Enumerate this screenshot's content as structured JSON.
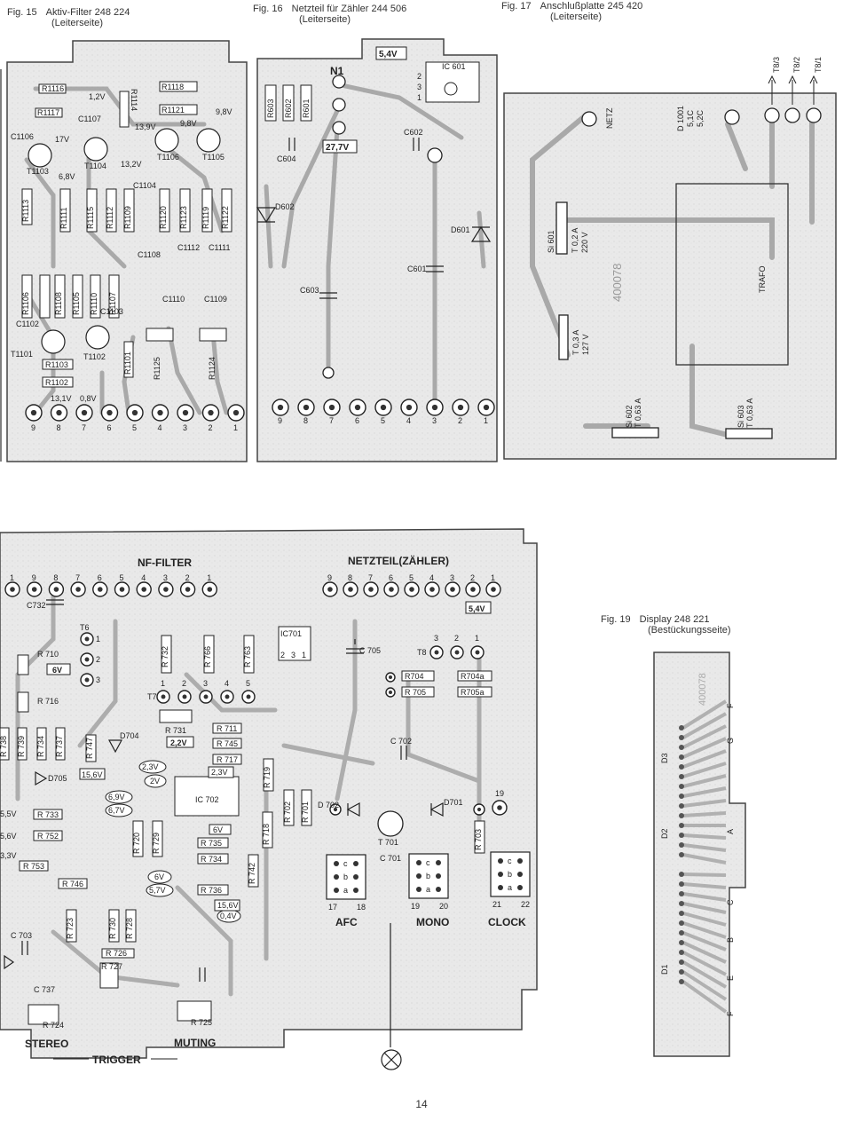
{
  "captions": {
    "fig15": {
      "num": "Fig. 15",
      "title": "Aktiv-Filter 248 224",
      "sub": "(Leiterseite)"
    },
    "fig16": {
      "num": "Fig. 16",
      "title": "Netzteil für Zähler 244 506",
      "sub": "(Leiterseite)"
    },
    "fig17": {
      "num": "Fig. 17",
      "title": "Anschlußplatte 245 420",
      "sub": "(Leiterseite)"
    },
    "fig19": {
      "num": "Fig. 19",
      "title": "Display 248 221",
      "sub": "(Bestückungsseite)"
    }
  },
  "fig15": {
    "resistors": [
      "R1116",
      "R1117",
      "R1114",
      "R1118",
      "R1121",
      "R1111",
      "R1115",
      "R1112",
      "R1109",
      "R1120",
      "R1123",
      "R1119",
      "R1122",
      "R1106",
      "R1108",
      "R1105",
      "R1110",
      "R1107",
      "R1103",
      "R1102",
      "R1101",
      "R1125",
      "R1124",
      "R1113"
    ],
    "caps": [
      "C1106",
      "C1107",
      "C1104",
      "C1108",
      "C1112",
      "C1111",
      "C1110",
      "C1109",
      "C1102",
      "C1103"
    ],
    "transistors": [
      "T1103",
      "T1104",
      "T1106",
      "T1105",
      "T1101",
      "T1102"
    ],
    "voltages": [
      "1,2V",
      "17V",
      "13,9V",
      "9,8V",
      "9,8V",
      "6,8V",
      "13,2V",
      "13,1V",
      "0,8V"
    ],
    "pins": [
      "9",
      "8",
      "7",
      "6",
      "5",
      "4",
      "3",
      "2",
      "1"
    ]
  },
  "fig16": {
    "label_n1": "N1",
    "ic": "IC 601",
    "ic_pins": [
      "2",
      "3",
      "1"
    ],
    "volt_top": "5,4V",
    "volt_mid": "27,7V",
    "resistors": [
      "R603",
      "R602",
      "R601"
    ],
    "caps": [
      "C604",
      "C602",
      "C603",
      "C601"
    ],
    "diodes": [
      "D602",
      "D601"
    ],
    "pins": [
      "9",
      "8",
      "7",
      "6",
      "5",
      "4",
      "3",
      "2",
      "1"
    ]
  },
  "fig17": {
    "netz": "NETZ",
    "tb": [
      "T8/3",
      "T8/2",
      "T8/1"
    ],
    "d1001": [
      "D 1001",
      "5,1C",
      "5,2C"
    ],
    "si601": [
      "Si 601",
      "T 0,2 A",
      "220 V"
    ],
    "si_b": [
      "T 0,3 A",
      "127 V"
    ],
    "stamp": "400078",
    "trafo": "TRAFO",
    "si602": [
      "Si 602",
      "T 0,63 A"
    ],
    "si603": [
      "Si 603",
      "T 0,63 A"
    ]
  },
  "fig18": {
    "nf_filter": "NF-FILTER",
    "netzteil": "NETZTEIL(ZÄHLER)",
    "pins_nf": [
      "1",
      "9",
      "8",
      "7",
      "6",
      "5",
      "4",
      "3",
      "2",
      "1"
    ],
    "pins_nt": [
      "9",
      "8",
      "7",
      "6",
      "5",
      "4",
      "3",
      "2",
      "1"
    ],
    "volt_54": "5,4V",
    "c732": "C732",
    "t6": "T6",
    "t6pins": [
      "1",
      "2",
      "3"
    ],
    "r710": "R 710",
    "v6": "6V",
    "r716": "R 716",
    "r732": "R 732",
    "r766": "R 766",
    "r763": "R 763",
    "ic701": "IC701",
    "ic701pins": [
      "2",
      "3",
      "1"
    ],
    "c705": "C 705",
    "t8": "T8",
    "t8pins": [
      "3",
      "2",
      "1"
    ],
    "t7": "T7",
    "t7pins": [
      "1",
      "2",
      "3",
      "4",
      "5"
    ],
    "r704": "R704",
    "r704a": "R704a",
    "r705": "R 705",
    "r705a": "R705a",
    "d704": "D704",
    "r731": "R 731",
    "v22": "2,2V",
    "r711": "R 711",
    "r745": "R 745",
    "r717": "R 717",
    "r719": "R 719",
    "c702": "C 702",
    "v23": "2,3V",
    "v2": "2V",
    "ic702": "IC 702",
    "v15": "15,6V",
    "v156b": "15,6V",
    "d705": "D705",
    "left_res": [
      "R 738",
      "R 739",
      "R 734",
      "R 737"
    ],
    "r747": "R 747",
    "v69": "6,9V",
    "v67": "6,7V",
    "v6b": "6V",
    "v57": "5,7V",
    "v04": "0,4V",
    "v55": "5,5V",
    "v56": "5,6V",
    "v33": "3,3V",
    "r733": "R 733",
    "r752": "R 752",
    "r753": "R 753",
    "r746": "R 746",
    "r720": "R 720",
    "r729": "R 729",
    "r735": "R 735",
    "r734b": "R 734",
    "r736": "R 736",
    "r742": "R 742",
    "r718": "R 718",
    "r702": "R 702",
    "r701": "R 701",
    "d702": "D 702",
    "d701": "D701",
    "t701": "T 701",
    "c701": "C 701",
    "r703": "R 703",
    "n19": "19",
    "r723": "R 723",
    "r730": "R 730",
    "r728": "R 728",
    "c703": "C 703",
    "r726": "R 726",
    "r727": "R 727",
    "c737": "C 737",
    "r724": "R 724",
    "r725": "R 725",
    "afc": "AFC",
    "mono": "MONO",
    "clock": "CLOCK",
    "sw_pins": [
      "17",
      "18",
      "19",
      "20",
      "21",
      "22"
    ],
    "abc": [
      "c",
      "b",
      "a"
    ],
    "stereo": "STEREO",
    "muting": "MUTING",
    "trigger": "TRIGGER"
  },
  "fig19": {
    "labels": [
      "F",
      "G",
      "D1",
      "D2",
      "D3",
      "A",
      "B",
      "C",
      "E",
      "F"
    ]
  },
  "page_number": "14"
}
